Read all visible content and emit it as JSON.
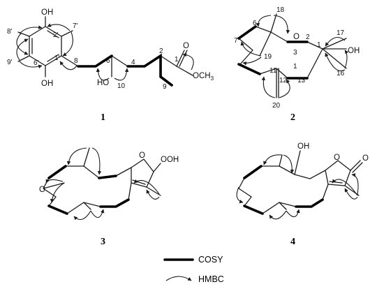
{
  "compounds": [
    {
      "id": "1",
      "atoms": {
        "oh_top": "OH",
        "oh_bottom": "OH",
        "ho_side": "HO",
        "carbonyl_o": "O",
        "ester": "OCH",
        "ester_sub": "3"
      },
      "numbers": {
        "c8p": "8'",
        "c7p": "7'",
        "c2p": "2'",
        "c9p": "9'",
        "c6p": "6'",
        "c1p": "1'",
        "c8": "8",
        "c6": "6",
        "c4": "4",
        "c2": "2",
        "c1": "1",
        "c10": "10",
        "c9": "9"
      }
    },
    {
      "id": "2",
      "atoms": {
        "epoxide_o": "O",
        "oh": "OH"
      },
      "numbers": {
        "c18": "18",
        "c6": "6",
        "c7": "7",
        "c2": "2",
        "c17": "17",
        "c3": "3",
        "c1": "1",
        "c19": "19",
        "c11": "11",
        "c1b": "1",
        "c12": "12",
        "c13": "13",
        "c16": "16",
        "c20": "20"
      }
    },
    {
      "id": "3",
      "atoms": {
        "ring_o": "O",
        "epoxide_o": "O",
        "ooh": "OOH"
      }
    },
    {
      "id": "4",
      "atoms": {
        "oh": "OH",
        "ring_o": "O",
        "carbonyl_o": "O"
      }
    }
  ],
  "legend": {
    "cosy": "COSY",
    "hmbc": "HMBC"
  }
}
